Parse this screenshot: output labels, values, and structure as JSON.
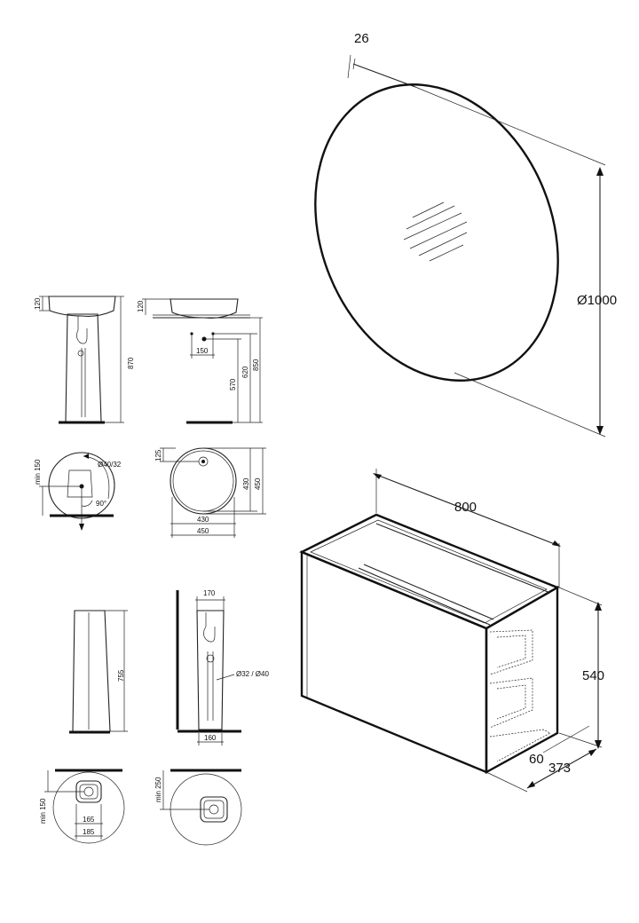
{
  "mirror": {
    "thickness": "26",
    "diameter": "Ø1000"
  },
  "cabinet": {
    "width": "800",
    "height": "540",
    "depth": "373",
    "plinth": "60"
  },
  "basin_pedestal_side": {
    "basin_height": "120",
    "total_height": "870"
  },
  "basin_wall_side": {
    "basin_height": "120",
    "offset": "150",
    "drain_height_1": "570",
    "drain_height_2": "620",
    "total_height": "850"
  },
  "basin_pedestal_top": {
    "min_height": "min 150",
    "drain": "Ø40/32",
    "angle": "90°"
  },
  "basin_top": {
    "back_offset": "125",
    "depth_inner": "430",
    "depth_outer": "450",
    "width_inner": "430",
    "width_outer": "450"
  },
  "pedestal_front": {
    "height": "755"
  },
  "pedestal_side": {
    "top_width": "170",
    "pipe": "Ø32 / Ø40",
    "bottom_width": "160"
  },
  "pedestal_plan_1": {
    "min_height": "min 150",
    "inner": "165",
    "outer": "185"
  },
  "pedestal_plan_2": {
    "min_height": "min 250"
  }
}
